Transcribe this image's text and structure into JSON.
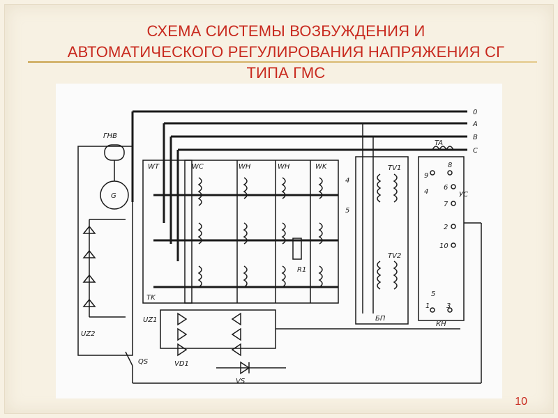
{
  "slide": {
    "title_lines": [
      "СХЕМА СИСТЕМЫ ВОЗБУЖДЕНИЯ И",
      "АВТОМАТИЧЕСКОГО РЕГУЛИРОВАНИЯ НАПРЯЖЕНИЯ СГ",
      "ТИПА ГМС"
    ],
    "page_number": "10",
    "accent_color": "#c8291e"
  },
  "diagram": {
    "bus_labels": [
      "0",
      "A",
      "B",
      "C"
    ],
    "component_labels": {
      "ta": "TA",
      "ghv": "ГНВ",
      "g": "G",
      "wt": "WT",
      "wc": "WC",
      "wh1": "WH",
      "wh2": "WH",
      "wk": "WK",
      "tv1": "TV1",
      "tv2": "TV2",
      "bp": "БП",
      "tk": "TK",
      "uz1": "UZ1",
      "uz2": "UZ2",
      "r1": "R1",
      "qs": "QS",
      "vd1": "VD1",
      "vs": "VS",
      "us": "УС",
      "kn": "КН"
    },
    "terminal_labels": [
      "4",
      "5",
      "9",
      "8",
      "4",
      "6",
      "7",
      "2",
      "10",
      "5",
      "1",
      "3"
    ]
  }
}
